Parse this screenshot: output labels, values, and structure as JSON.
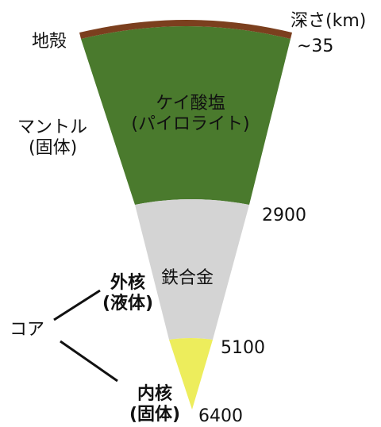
{
  "colors": {
    "crust": "#7b3f1e",
    "mantle": "#4a7a2d",
    "outer_core": "#d4d4d4",
    "inner_core": "#eded5c",
    "line": "#111111"
  },
  "depth_header": {
    "title": "深さ(km)",
    "crust_depth": "~35"
  },
  "depths": {
    "mantle_bottom": "2900",
    "outer_core_bottom": "5100",
    "inner_core_bottom": "6400"
  },
  "layers": {
    "crust": {
      "label": "地殻"
    },
    "mantle": {
      "side_label_line1": "マントル",
      "side_label_line2": "(固体)",
      "material_line1": "ケイ酸塩",
      "material_line2": "(パイロライト)"
    },
    "outer_core": {
      "material": "鉄合金",
      "label_line1": "外核",
      "label_line2": "(液体)"
    },
    "inner_core": {
      "label_line1": "内核",
      "label_line2": "(固体)"
    }
  },
  "core": {
    "label": "コア"
  }
}
